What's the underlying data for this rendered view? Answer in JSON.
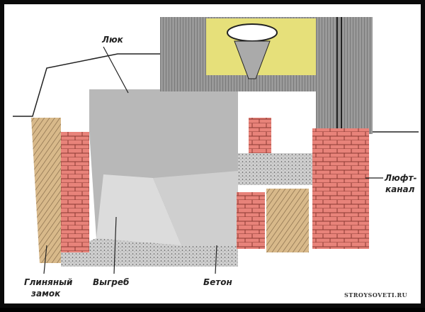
{
  "labels": {
    "hatch": "Люк",
    "vent_line1": "Люфт-",
    "vent_line2": "канал",
    "clay_line1": "Глиняный",
    "clay_line2": "замок",
    "pit": "Выгреб",
    "concrete": "Бетон"
  },
  "watermark": "STROYSOVETI.RU",
  "colors": {
    "brick": "#e8837a",
    "clay": "#d8b98a",
    "concrete": "#bdbdbd",
    "wall": "#8a8a8a",
    "highlight": "#e6e07a"
  }
}
